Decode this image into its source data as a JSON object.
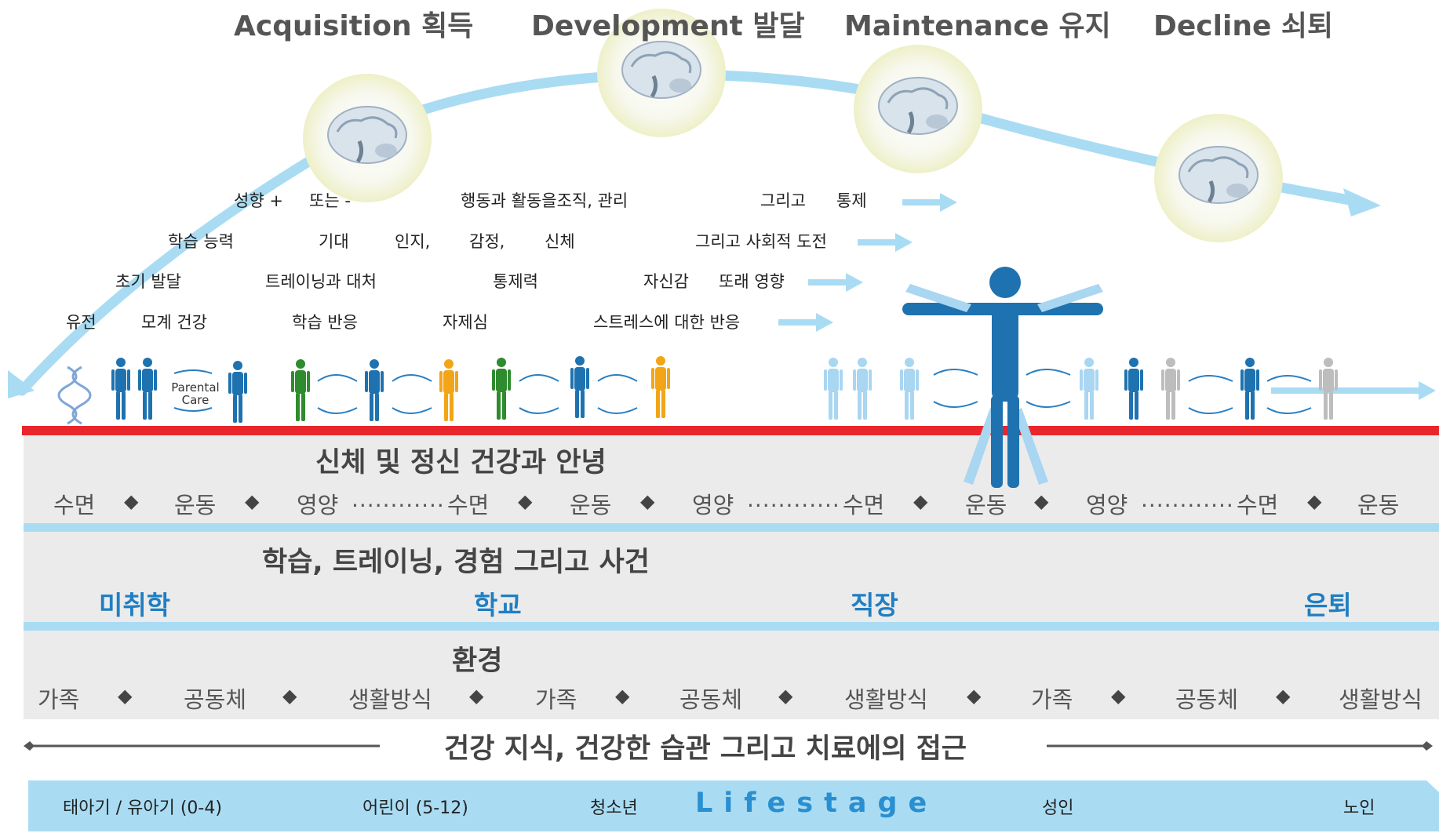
{
  "phases": {
    "acquisition": "Acquisition 획득",
    "development": "Development 발달",
    "maintenance": "Maintenance 유지",
    "decline": "Decline 쇠퇴"
  },
  "factors": {
    "row1": [
      "성향 +",
      "또는 -",
      "행동과 활동을조직, 관리",
      "그리고",
      "통제"
    ],
    "row2": [
      "학습 능력",
      "기대",
      "인지,",
      "감정,",
      "신체",
      "그리고 사회적 도전"
    ],
    "row3": [
      "초기 발달",
      "트레이닝과 대처",
      "통제력",
      "자신감",
      "또래 영향"
    ],
    "row4": [
      "유전",
      "모계 건강",
      "학습 반응",
      "자제심",
      "스트레스에 대한 반응"
    ]
  },
  "parental_care": "Parental Care",
  "health_band": {
    "title": "신체 및 정신 건강과 안녕",
    "items": [
      "수면",
      "운동",
      "영양",
      "수면",
      "운동",
      "영양",
      "수면",
      "운동",
      "영양",
      "수면",
      "운동"
    ],
    "dots": "............",
    "diamond": "◆"
  },
  "learning_band": {
    "title": "학습, 트레이닝, 경험 그리고 사건",
    "stages": [
      "미취학",
      "학교",
      "직장",
      "은퇴"
    ]
  },
  "environment_band": {
    "title": "환경",
    "items": [
      "가족",
      "공동체",
      "생활방식",
      "가족",
      "공동체",
      "생활방식",
      "가족",
      "공동체",
      "생활방식"
    ]
  },
  "access_line": "건강 지식, 건강한 습관 그리고 치료에의 접근",
  "lifestage": {
    "title": "Lifestage",
    "stages": [
      "태아기 / 유아기 (0-4)",
      "어린이 (5-12)",
      "청소년",
      "성인",
      "노인"
    ]
  },
  "colors": {
    "curve": "#a9dcf3",
    "red_line": "#e8262b",
    "band_gray": "#ebebeb",
    "band_divider": "#a9dcf3",
    "stage_blue": "#1f7fc2",
    "figure_blue": "#1e72b0",
    "figure_green": "#2e8b2e",
    "figure_orange": "#f2a516",
    "figure_light": "#a9d6f1",
    "figure_gray": "#bdbdbd",
    "lifestage_bar": "#a9dcf3"
  }
}
